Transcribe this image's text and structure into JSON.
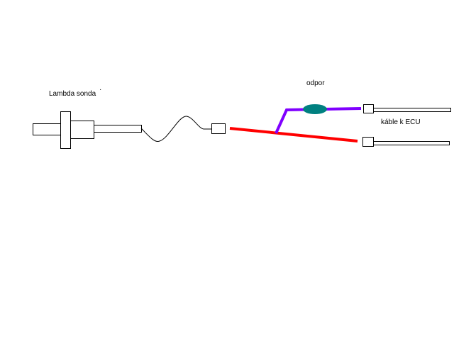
{
  "diagram": {
    "labels": {
      "sensor": "Lambda sonda",
      "resistor": "odpor",
      "ecu_cables": "káble k ECU"
    },
    "colors": {
      "outline": "#000000",
      "red_wire": "#ff0000",
      "purple_wire": "#8000ff",
      "resistor": "#008080",
      "background": "#ffffff"
    },
    "components": [
      "lambda-sensor",
      "sensor-cable",
      "sensor-connector",
      "red-wire",
      "purple-wire",
      "resistor",
      "ecu-connector-top",
      "ecu-connector-bottom"
    ]
  }
}
